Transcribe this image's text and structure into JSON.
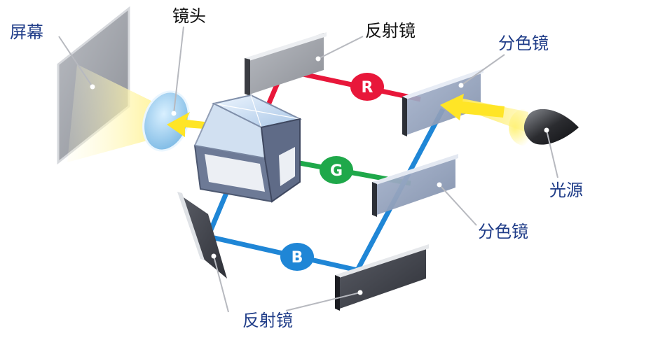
{
  "colors": {
    "label_blue": "#1f3c88",
    "label_black": "#111111",
    "beam_red": "#e8173a",
    "beam_green": "#1fa84a",
    "beam_blue": "#1f86d6",
    "light_yellow": "#fff27a"
  },
  "labels": {
    "screen": "屏幕",
    "lens": "镜头",
    "mirror_top": "反射镜",
    "dichroic_top": "分色镜",
    "light_source": "光源",
    "dichroic_mid": "分色镜",
    "mirror_bottom": "反射镜"
  },
  "badges": {
    "red": "R",
    "green": "G",
    "blue": "B"
  }
}
